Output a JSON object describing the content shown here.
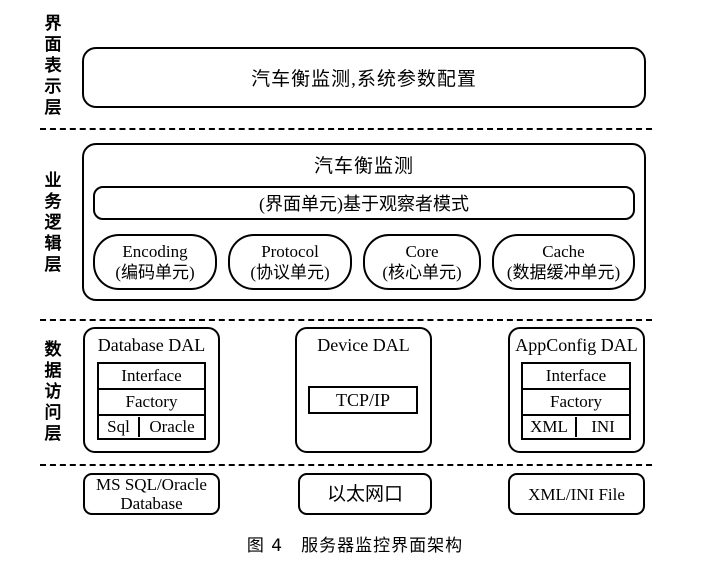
{
  "figure": {
    "number": "图 4",
    "title": "服务器监控界面架构"
  },
  "layers": [
    {
      "name": "presentation",
      "label": "界面表示层"
    },
    {
      "name": "business-logic",
      "label": "业务逻辑层"
    },
    {
      "name": "data-access",
      "label": "数据访问层"
    }
  ],
  "presentation": {
    "box_label": "汽车衡监测,系统参数配置"
  },
  "business": {
    "title": "汽车衡监测",
    "observer_label": "(界面单元)基于观察者模式",
    "units": [
      {
        "en": "Encoding",
        "cn": "(编码单元)"
      },
      {
        "en": "Protocol",
        "cn": "(协议单元)"
      },
      {
        "en": "Core",
        "cn": "(核心单元)"
      },
      {
        "en": "Cache",
        "cn": "(数据缓冲单元)"
      }
    ]
  },
  "data_access": {
    "database_dal": {
      "title": "Database DAL",
      "rows": [
        "Interface",
        "Factory"
      ],
      "providers": [
        "Sql",
        "Oracle"
      ]
    },
    "device_dal": {
      "title": "Device  DAL",
      "protocol": "TCP/IP"
    },
    "appconfig_dal": {
      "title": "AppConfig DAL",
      "rows": [
        "Interface",
        "Factory"
      ],
      "providers": [
        "XML",
        "INI"
      ]
    }
  },
  "resources": [
    {
      "line1": "MS SQL/Oracle",
      "line2": "Database"
    },
    {
      "line1": "以太网口",
      "line2": ""
    },
    {
      "line1": "XML/INI File",
      "line2": ""
    }
  ],
  "colors": {
    "stroke": "#000000",
    "background": "#ffffff"
  }
}
